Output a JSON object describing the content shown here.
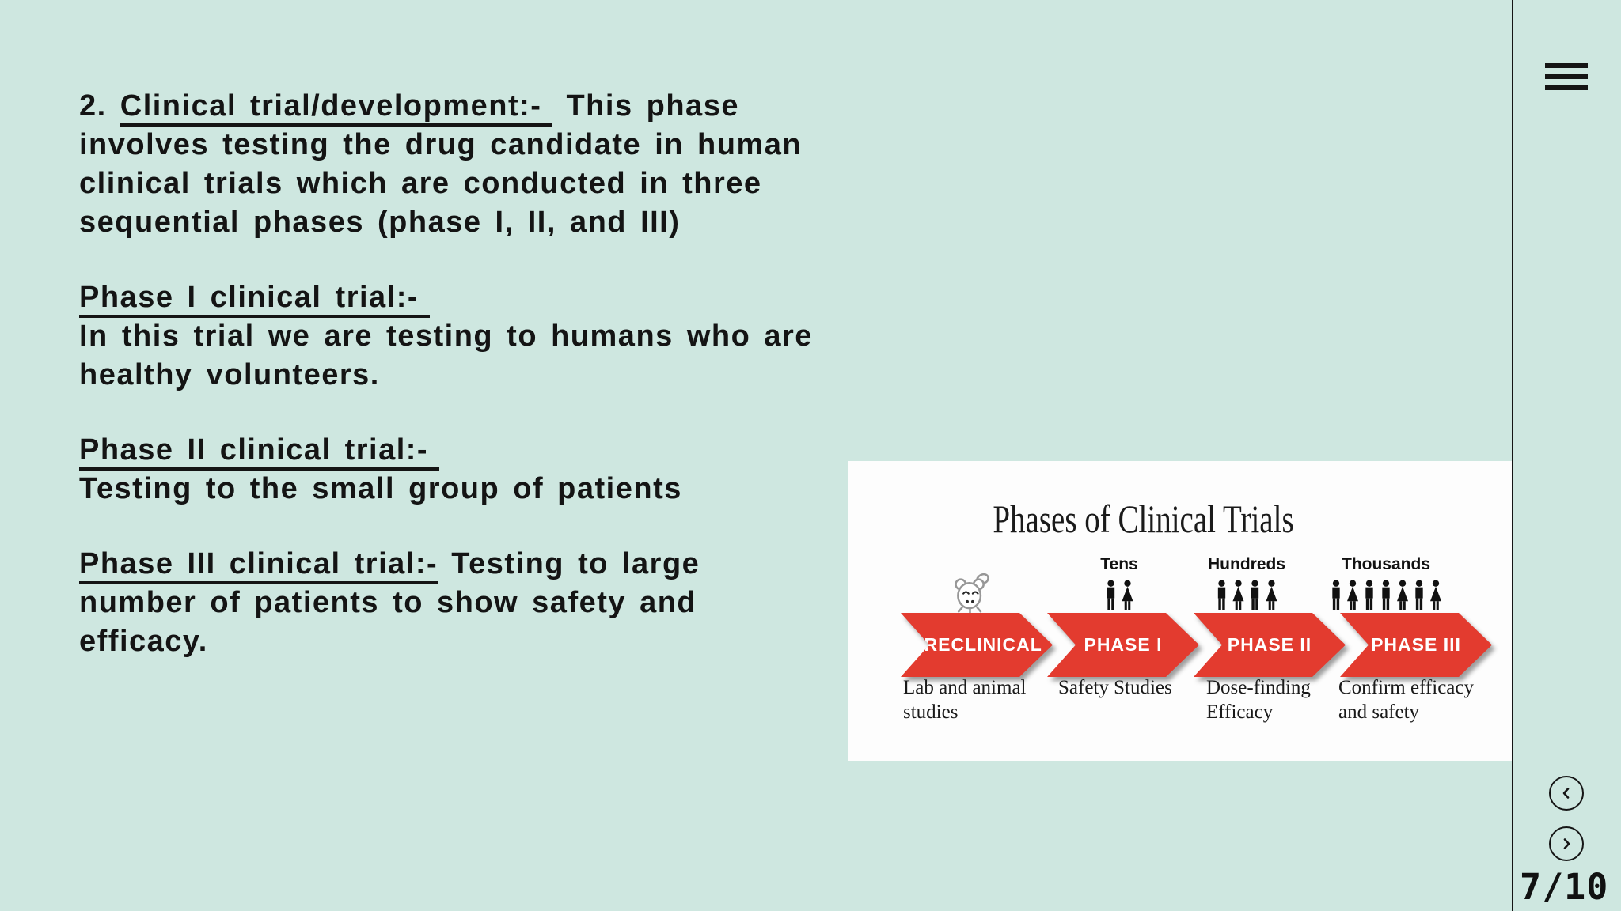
{
  "app": {
    "background_color": "#cee7e0",
    "divider_color": "#151515",
    "text_color": "#141414",
    "page_indicator": "7/10"
  },
  "icons": {
    "menu": "hamburger-menu",
    "prev": "chevron-left",
    "next": "chevron-right",
    "mouse": "lab-mouse",
    "person": "person-silhouette"
  },
  "content": {
    "para1": {
      "prefix": "2. ",
      "heading": "Clinical trial/development:-",
      "after_heading": " This phase",
      "line2": "involves testing the drug candidate in human",
      "line3": "clinical trials which are conducted in three",
      "line4": "sequential phases (phase I, II, and III)"
    },
    "para2": {
      "heading": "Phase I clinical trial:-",
      "line2": "In this trial we are testing to humans who are",
      "line3": "healthy volunteers."
    },
    "para3": {
      "heading": "Phase II clinical trial:-",
      "line2": "Testing to the small group of patients"
    },
    "para4": {
      "heading": "Phase III clinical trial:-",
      "after_heading": " Testing to large",
      "line2": "number of patients to show safety and",
      "line3": "efficacy."
    }
  },
  "figure": {
    "title": "Phases of Clinical Trials",
    "arrow_color": "#e33b2f",
    "columns": [
      {
        "scale_label": "",
        "arrow_label": "PRECLINICAL",
        "desc1": "Lab and animal",
        "desc2": "studies",
        "people": ""
      },
      {
        "scale_label": "Tens",
        "arrow_label": "PHASE I",
        "desc1": "Safety Studies",
        "desc2": "",
        "people": "MF"
      },
      {
        "scale_label": "Hundreds",
        "arrow_label": "PHASE II",
        "desc1": "Dose-finding",
        "desc2": "Efficacy",
        "people": "MFMF"
      },
      {
        "scale_label": "Thousands",
        "arrow_label": "PHASE III",
        "desc1": "Confirm efficacy",
        "desc2": "and safety",
        "people": "MFMMFMF"
      }
    ]
  }
}
